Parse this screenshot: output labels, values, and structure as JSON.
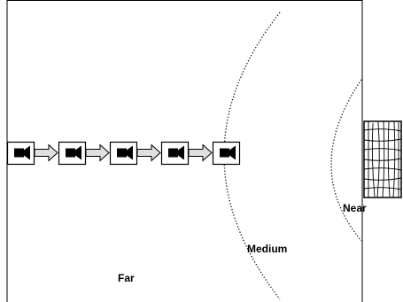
{
  "diagram": {
    "zones": {
      "far": "Far",
      "medium": "Medium",
      "near": "Near"
    },
    "camera_count": 5,
    "arrow_count": 4,
    "colors": {
      "line": "#000000",
      "arrow_fill": "#e0e0e0",
      "camera_body": "#000000",
      "background": "#ffffff"
    },
    "icons": [
      "camera-icon",
      "arrow-right-icon",
      "goal-net-icon"
    ]
  }
}
